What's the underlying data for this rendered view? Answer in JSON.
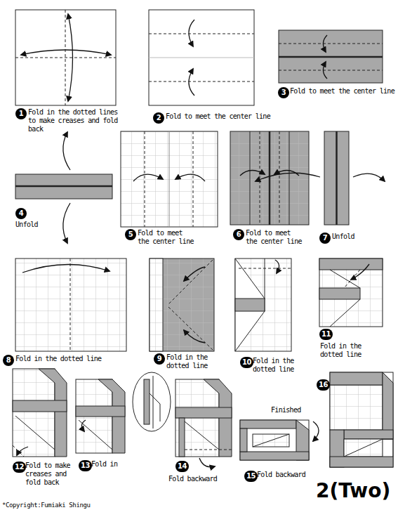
{
  "diagram": {
    "title": "2(Two)",
    "nodes": [
      {
        "text": [
          "1"
        ]
      },
      {
        "text": [
          "2"
        ]
      },
      {
        "text": [
          "3"
        ]
      },
      {
        "text": [
          "4"
        ]
      },
      {
        "text": [
          "5"
        ]
      },
      {
        "text": [
          "6"
        ]
      },
      {
        "text": [
          "7"
        ]
      },
      {
        "text": [
          "8"
        ]
      },
      {
        "text": [
          "9"
        ]
      },
      {
        "text": [
          "10"
        ]
      },
      {
        "text": [
          "11"
        ]
      },
      {
        "text": [
          "12"
        ]
      },
      {
        "text": [
          "13"
        ]
      },
      {
        "text": [
          "14"
        ]
      },
      {
        "text": [
          "15"
        ]
      },
      {
        "text": [
          "16"
        ]
      }
    ],
    "labels": [
      "Fold in the dotted lines to make creases and fold back",
      "Fold to meet the center line",
      "Fold to meet the center line",
      "Unfold",
      "Fold to meet the center line",
      "Fold to meet the center line",
      "Unfold",
      "Fold in the dotted line",
      "Fold in the dotted line",
      "Fold in the dotted line",
      "Fold in the dotted line",
      "Fold to make creases and fold back",
      "Fold in",
      "Fold backward",
      "Fold backward",
      "Finished",
      "*Copyright:Fumiaki Shingu"
    ]
  }
}
